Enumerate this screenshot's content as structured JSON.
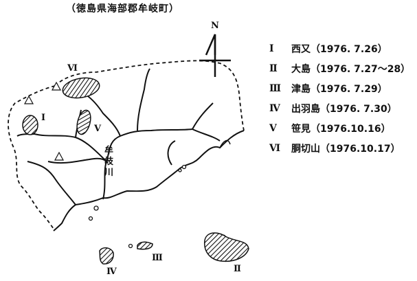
{
  "title": "（徳島県海部郡牟岐町）",
  "north_label": "N",
  "river_label": "牟岐川",
  "site_markers": {
    "I": "I",
    "II": "Ⅱ",
    "III": "Ⅲ",
    "IV": "Ⅳ",
    "V": "V",
    "VI": "Ⅵ"
  },
  "legend": [
    {
      "numeral": "I",
      "text": "西又（1976. 7.26）"
    },
    {
      "numeral": "Ⅱ",
      "text": "大島（1976. 7.27〜28）"
    },
    {
      "numeral": "Ⅲ",
      "text": "津島（1976. 7.29）"
    },
    {
      "numeral": "Ⅳ",
      "text": "出羽島（1976. 7.30）"
    },
    {
      "numeral": "V",
      "text": "笹見（1976.10.16）"
    },
    {
      "numeral": "Ⅵ",
      "text": "胴切山（1976.10.17）"
    }
  ]
}
